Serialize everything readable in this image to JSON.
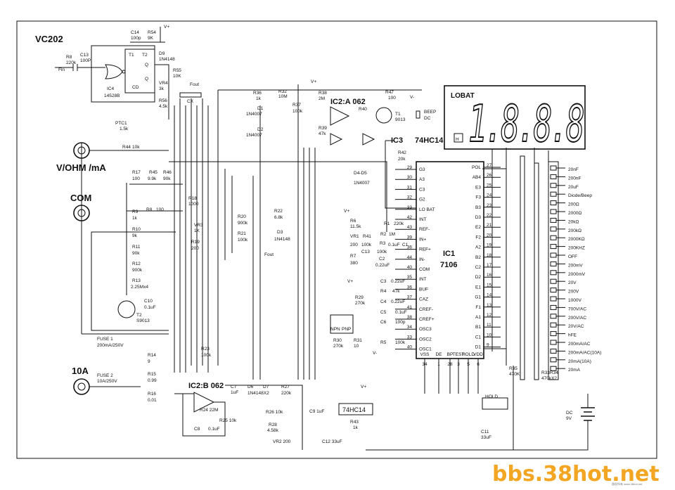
{
  "title": "VC202",
  "display": {
    "lobat": "LOBAT",
    "digits": "1.8.8.8"
  },
  "terminals": {
    "vohm": "V/OHM /mA",
    "com": "COM",
    "amp": "10A"
  },
  "ics": {
    "ic1": "IC1",
    "ic1_type": "7106",
    "ic2a": "IC2:A 062",
    "ic2b": "IC2:B 062",
    "ic3": "IC3",
    "ic3_type": "74HC14",
    "ic4": "IC4",
    "ic4_type": "14528B",
    "hc14_b": "74HC14"
  },
  "ic1_left_pins": [
    {
      "name": "G3",
      "num": "29"
    },
    {
      "name": "A3",
      "num": "30"
    },
    {
      "name": "C3",
      "num": "31"
    },
    {
      "name": "G2",
      "num": "32"
    },
    {
      "name": "LO BAT",
      "num": "33"
    },
    {
      "name": "INT",
      "num": "42"
    },
    {
      "name": "REF-",
      "num": "43"
    },
    {
      "name": "IN+",
      "num": "39"
    },
    {
      "name": "REF+",
      "num": "36"
    },
    {
      "name": "IN-",
      "num": "44"
    },
    {
      "name": "COM",
      "num": "40"
    },
    {
      "name": "INT",
      "num": "35"
    },
    {
      "name": "BUF",
      "num": "36"
    },
    {
      "name": "CAZ",
      "num": "37"
    },
    {
      "name": "CREF-",
      "num": "41"
    },
    {
      "name": "CREF+",
      "num": "38"
    },
    {
      "name": "OSC3",
      "num": "34"
    },
    {
      "name": "OSC2",
      "num": "33"
    },
    {
      "name": "OSC1",
      "num": "40"
    }
  ],
  "ic1_right_pins": [
    {
      "name": "POL",
      "num": "27"
    },
    {
      "name": "AB4",
      "num": "26"
    },
    {
      "name": "E3",
      "num": "25"
    },
    {
      "name": "F3",
      "num": "24"
    },
    {
      "name": "B3",
      "num": "23"
    },
    {
      "name": "D3",
      "num": "22"
    },
    {
      "name": "E2",
      "num": "21"
    },
    {
      "name": "F2",
      "num": "20"
    },
    {
      "name": "A2",
      "num": "19"
    },
    {
      "name": "B2",
      "num": "18"
    },
    {
      "name": "C2",
      "num": "17"
    },
    {
      "name": "D2",
      "num": "16"
    },
    {
      "name": "E1",
      "num": "15"
    },
    {
      "name": "G1",
      "num": "14"
    },
    {
      "name": "F1",
      "num": "13"
    },
    {
      "name": "A1",
      "num": "12"
    },
    {
      "name": "B1",
      "num": "11"
    },
    {
      "name": "C1",
      "num": "10"
    },
    {
      "name": "D1",
      "num": "9"
    }
  ],
  "ic1_bottom_pins": [
    {
      "name": "VSS",
      "num": "34"
    },
    {
      "name": "DE",
      "num": "1"
    },
    {
      "name": "BP",
      "num": "28"
    },
    {
      "name": "TEST",
      "num": "3"
    },
    {
      "name": "HOLD",
      "num": "5"
    },
    {
      "name": "VDD",
      "num": "6"
    }
  ],
  "ranges": [
    "20nF",
    "200nF",
    "20uF",
    "Diode/Beep",
    "200Ω",
    "2000Ω",
    "20kΩ",
    "200kΩ",
    "2000KΩ",
    "200KHZ",
    "OFF",
    "200mV",
    "2000mV",
    "20V",
    "200V",
    "1000V",
    "700V/AC",
    "200V/AC",
    "20V/AC",
    "hFE",
    "200mA/AC",
    "200mA/AC(10A)",
    "20mA(10A)",
    "20mA"
  ],
  "labels": {
    "r8": "R8",
    "r8v": "220k",
    "c13": "C13",
    "c13v": "100P",
    "fin": "Fin",
    "c14": "C14",
    "c14v": "100p",
    "r54": "R54",
    "r54v": "9K",
    "t1": "T1",
    "t2": "T2",
    "q": "Q",
    "qb": "Q",
    "cd": "CD",
    "d9": "D9",
    "d9v": "1N4148",
    "r55": "R55",
    "r55v": "10K",
    "vr4": "VR4",
    "vr4v": "3k",
    "r56": "R56",
    "r56v": "4.5k",
    "fout": "Fout",
    "cx": "CX",
    "vplus": "V+",
    "vminus": "V-",
    "r36": "R36",
    "r36v": "1k",
    "r32": "R32",
    "r32v": "10M",
    "d1": "D1",
    "d1v": "1N4007",
    "d2": "D2",
    "d2v": "1N4007",
    "r37": "R37",
    "r37v": "100k",
    "r38": "R38",
    "r38v": "2M",
    "r39": "R39",
    "r39v": "47k",
    "r40": "R40",
    "r47": "R47",
    "r47v": "100",
    "t1b": "T1",
    "t1bv": "9013",
    "beep": "BEEP",
    "dc": "DC",
    "ptc1": "PTC1",
    "ptc1v": "1.5k",
    "r44": "R44",
    "r44v": "10k",
    "r42": "R42",
    "r42v": "20k",
    "r17": "R17",
    "r17v": "100",
    "r45": "R45",
    "r45v": "9.9k",
    "r46": "R46",
    "r46v": "90k",
    "r18": "R18",
    "r18v": "1000",
    "d405": "D4-D5",
    "d405v": "1N4007",
    "r9": "R9",
    "r9v": "1k",
    "r10": "R10",
    "r10v": "9k",
    "r11": "R11",
    "r11v": "90k",
    "r12": "R12",
    "r12v": "900k",
    "r13": "R13",
    "r13v": "2.25Mx4",
    "r20": "R20",
    "r20v": "900k",
    "r21": "R21",
    "r21v": "100k",
    "vr3": "VR3",
    "vr3v": "1K",
    "r19": "R19",
    "r19v": "200",
    "r22": "R22",
    "r22v": "6.8k",
    "d3": "D3",
    "d3v": "1N4148",
    "r6": "R6",
    "r6v": "11.5k",
    "r1": "R1",
    "r1v": "220k",
    "r2": "R2",
    "r2v": "1M",
    "vr1": "VR1",
    "vr1v": "200",
    "r41": "R41",
    "r41v": "100k",
    "r3": "R3",
    "r3v": "100k",
    "c1": "C1",
    "c1v": "0.1uF",
    "c13b": "C13",
    "r7": "R7",
    "r7v": "380",
    "c2": "C2",
    "c2v": "0.22uF",
    "c3": "C3",
    "c3v": "0.22uF",
    "r4": "R4",
    "r4v": "47k",
    "c4": "C4",
    "c4v": "0.22uF",
    "c5": "C5",
    "c5v": "0.1uF",
    "c6": "C6",
    "c6v": "100p",
    "r5": "R5",
    "r5v": "100k",
    "c10": "C10",
    "c10v": "0.1uF",
    "t2b": "T2",
    "t2bv": "S9013",
    "npn": "NPN",
    "pnp": "PNP",
    "r29": "R29",
    "r29v": "270k",
    "r30": "R30",
    "r30v": "270k",
    "r31": "R31",
    "r31v": "10",
    "fuse1": "FUSE 1",
    "fuse1v": "200mA/250V",
    "fuse2": "FUSE 2",
    "fuse2v": "10A/250V",
    "r14": "R14",
    "r14v": "9",
    "r15": "R15",
    "r15v": "0.99",
    "r16": "R16",
    "r16v": "0.01",
    "r23": "R23",
    "r23v": "100k",
    "r24": "R24 22M",
    "r25": "R25 10k",
    "c7": "C7",
    "c7v": "1uF",
    "d6": "D6",
    "d7": "D7",
    "d67v": "1N4148X2",
    "r27": "R27",
    "r27v": "220k",
    "r26": "R26 10k",
    "c9": "C9 1uF",
    "r28": "R28",
    "r28v": "4.58k",
    "vr2": "VR2 200",
    "c8": "C8",
    "c8v": "0.1uF",
    "c12": "C12 33uF",
    "r43": "R43",
    "r43v": "1k",
    "c11": "C11",
    "c11v": "33uF",
    "r35": "R35",
    "r35v": "470K",
    "r3334": "R33R34",
    "r3334v": "470kX2",
    "hold": "HOLD",
    "dcbat": "DC",
    "dcbatv": "9V"
  },
  "watermark": "bbs.38hot.net",
  "watermark_small": "版权所有 www.38hot.net"
}
